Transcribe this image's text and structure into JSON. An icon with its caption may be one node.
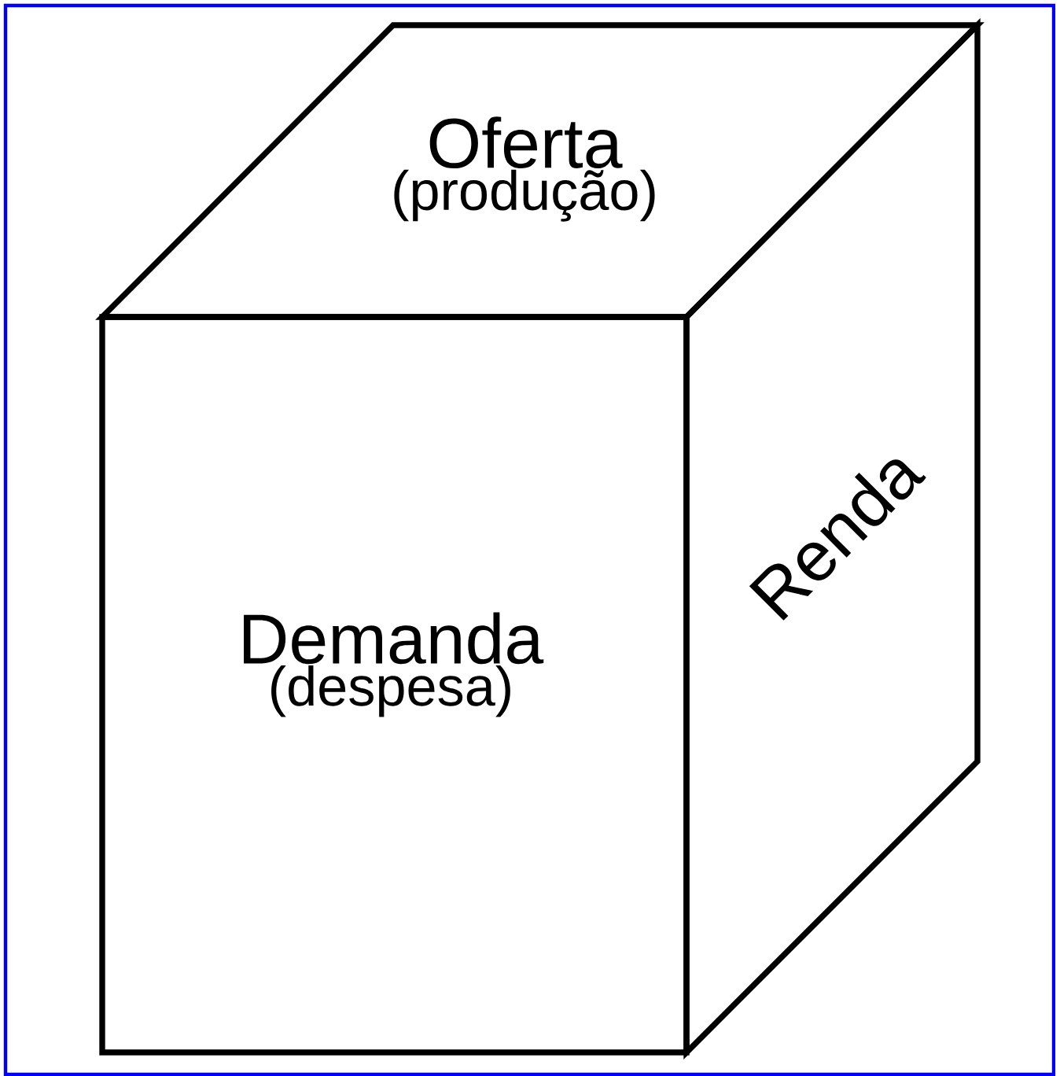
{
  "diagram": {
    "nodes": [
      {
        "text": [
          "Oferta",
          "(produção)"
        ]
      },
      {
        "text": [
          "Demanda",
          "(despesa)"
        ]
      },
      {
        "text": [
          "Renda"
        ]
      }
    ]
  }
}
